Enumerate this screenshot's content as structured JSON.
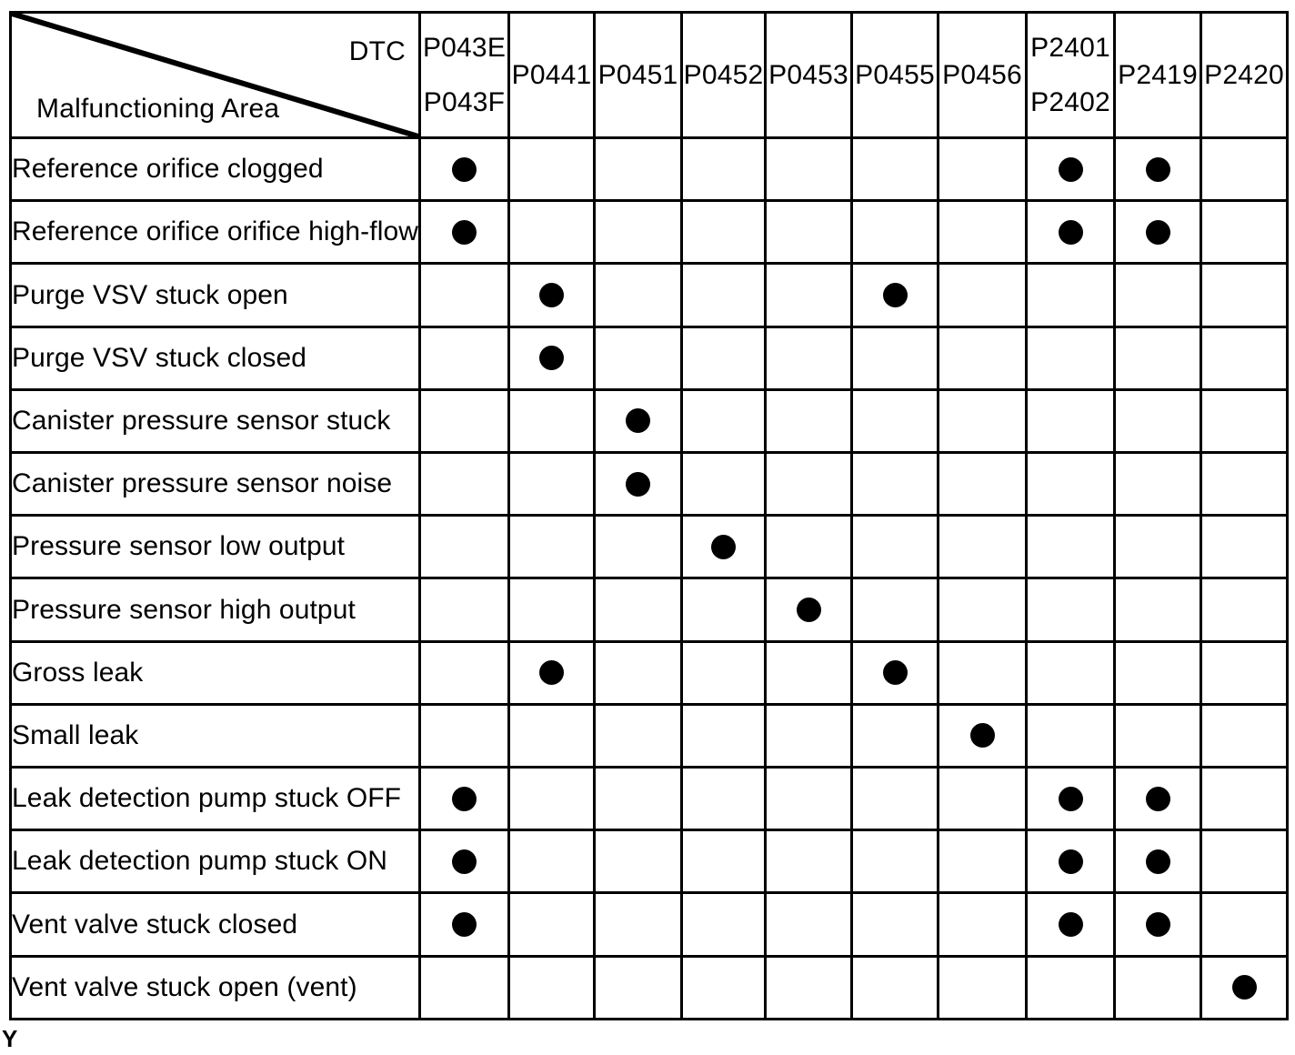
{
  "table": {
    "corner": {
      "column_axis_label": "DTC",
      "row_axis_label": "Malfunctioning Area"
    },
    "columns": [
      {
        "id": "p043e_p043f",
        "lines": [
          "P043E",
          "P043F"
        ]
      },
      {
        "id": "p0441",
        "lines": [
          "P0441"
        ]
      },
      {
        "id": "p0451",
        "lines": [
          "P0451"
        ]
      },
      {
        "id": "p0452",
        "lines": [
          "P0452"
        ]
      },
      {
        "id": "p0453",
        "lines": [
          "P0453"
        ]
      },
      {
        "id": "p0455",
        "lines": [
          "P0455"
        ]
      },
      {
        "id": "p0456",
        "lines": [
          "P0456"
        ]
      },
      {
        "id": "p2401_p2402",
        "lines": [
          "P2401",
          "P2402"
        ]
      },
      {
        "id": "p2419",
        "lines": [
          "P2419"
        ]
      },
      {
        "id": "p2420",
        "lines": [
          "P2420"
        ]
      }
    ],
    "rows": [
      {
        "label": "Reference orifice clogged",
        "marks": [
          1,
          0,
          0,
          0,
          0,
          0,
          0,
          1,
          1,
          0
        ]
      },
      {
        "label": "Reference orifice orifice high-flow",
        "marks": [
          1,
          0,
          0,
          0,
          0,
          0,
          0,
          1,
          1,
          0
        ]
      },
      {
        "label": "Purge VSV stuck open",
        "marks": [
          0,
          1,
          0,
          0,
          0,
          1,
          0,
          0,
          0,
          0
        ]
      },
      {
        "label": "Purge VSV stuck closed",
        "marks": [
          0,
          1,
          0,
          0,
          0,
          0,
          0,
          0,
          0,
          0
        ]
      },
      {
        "label": "Canister pressure sensor stuck",
        "marks": [
          0,
          0,
          1,
          0,
          0,
          0,
          0,
          0,
          0,
          0
        ]
      },
      {
        "label": "Canister pressure sensor noise",
        "marks": [
          0,
          0,
          1,
          0,
          0,
          0,
          0,
          0,
          0,
          0
        ]
      },
      {
        "label": "Pressure sensor low output",
        "marks": [
          0,
          0,
          0,
          1,
          0,
          0,
          0,
          0,
          0,
          0
        ]
      },
      {
        "label": "Pressure sensor high output",
        "marks": [
          0,
          0,
          0,
          0,
          1,
          0,
          0,
          0,
          0,
          0
        ]
      },
      {
        "label": "Gross leak",
        "marks": [
          0,
          1,
          0,
          0,
          0,
          1,
          0,
          0,
          0,
          0
        ]
      },
      {
        "label": "Small leak",
        "marks": [
          0,
          0,
          0,
          0,
          0,
          0,
          1,
          0,
          0,
          0
        ]
      },
      {
        "label": "Leak detection pump stuck OFF",
        "marks": [
          1,
          0,
          0,
          0,
          0,
          0,
          0,
          1,
          1,
          0
        ]
      },
      {
        "label": "Leak detection pump stuck ON",
        "marks": [
          1,
          0,
          0,
          0,
          0,
          0,
          0,
          1,
          1,
          0
        ]
      },
      {
        "label": "Vent valve stuck closed",
        "marks": [
          1,
          0,
          0,
          0,
          0,
          0,
          0,
          1,
          1,
          0
        ]
      },
      {
        "label": "Vent valve stuck open (vent)",
        "marks": [
          0,
          0,
          0,
          0,
          0,
          0,
          0,
          0,
          0,
          1
        ]
      }
    ]
  },
  "page": {
    "corner_glyph": "Y"
  },
  "colors": {
    "ink": "#000000",
    "paper": "#ffffff"
  }
}
